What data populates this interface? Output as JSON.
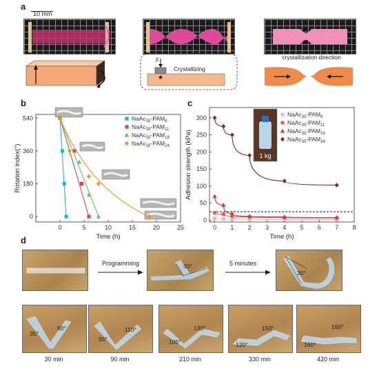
{
  "panel_labels": {
    "a": "a",
    "b": "b",
    "c": "c",
    "d": "d"
  },
  "panel_a": {
    "scale_bar": "10 mm",
    "force_label": "F",
    "crystallizing_label": "Crystallizing",
    "direction_label": "crystallization direction"
  },
  "panel_d": {
    "programming_label": "Programming",
    "five_min_label": "5 minutes",
    "top_angles": [
      "30°",
      "30°"
    ],
    "bottom": [
      {
        "time": "30 min",
        "angles": [
          "35°",
          "60°"
        ]
      },
      {
        "time": "90 min",
        "angles": [
          "55°",
          "110°"
        ]
      },
      {
        "time": "210 min",
        "angles": [
          "105°",
          "130°"
        ]
      },
      {
        "time": "330 min",
        "angles": [
          "120°",
          "150°"
        ]
      },
      {
        "time": "420 min",
        "angles": [
          "160°",
          "160°"
        ]
      }
    ]
  },
  "inset_weight_label": "1 kg",
  "chart_data": [
    {
      "type": "scatter",
      "panel": "b",
      "xlabel": "Time (h)",
      "ylabel": "Rotation index(°)",
      "xlim": [
        -5,
        25
      ],
      "ylim": [
        -30,
        560
      ],
      "xticks": [
        "0",
        "5",
        "10",
        "15",
        "20",
        "25"
      ],
      "yticks": [
        "0",
        "180",
        "360",
        "540"
      ],
      "legend_position": "top-right",
      "series": [
        {
          "name": "NaAc35-PAM6",
          "label_main": "NaAc",
          "label_sub1": "35",
          "label_mid": "-PAM",
          "label_sub2": "6",
          "color": "#1fb3d6",
          "marker": "square",
          "x": [
            0,
            0.5,
            0.9,
            1.3
          ],
          "y": [
            540,
            360,
            180,
            0
          ]
        },
        {
          "name": "NaAc35-PAM11",
          "label_main": "NaAc",
          "label_sub1": "35",
          "label_mid": "-PAM",
          "label_sub2": "11",
          "color": "#e0405a",
          "marker": "square",
          "x": [
            0,
            3,
            4.5,
            6
          ],
          "y": [
            540,
            360,
            180,
            0
          ]
        },
        {
          "name": "NaAc35-PAM18",
          "label_main": "NaAc",
          "label_sub1": "35",
          "label_mid": "-PAM",
          "label_sub2": "18",
          "color": "#62c45a",
          "marker": "triangle",
          "x": [
            0,
            4,
            6,
            8
          ],
          "y": [
            540,
            300,
            120,
            0
          ]
        },
        {
          "name": "NaAc35-PAM24",
          "label_main": "NaAc",
          "label_sub1": "35",
          "label_mid": "-PAM",
          "label_sub2": "24",
          "color": "#f0921e",
          "marker": "diamond",
          "x": [
            0,
            2,
            6,
            8,
            18.5
          ],
          "y": [
            540,
            360,
            220,
            180,
            0
          ]
        }
      ]
    },
    {
      "type": "scatter",
      "panel": "c",
      "xlabel": "Time (h)",
      "ylabel": "Adhesion strength (kPa)",
      "xlim": [
        -0.3,
        8
      ],
      "ylim": [
        -5,
        330
      ],
      "xticks": [
        "0",
        "1",
        "2",
        "3",
        "4",
        "5",
        "6",
        "7",
        "8"
      ],
      "yticks": [
        "0",
        "50",
        "100",
        "150",
        "200",
        "250",
        "300"
      ],
      "legend_position": "top-right",
      "reference_line": 25,
      "series": [
        {
          "name": "NaAc35-PAM6",
          "label_main": "NaAc",
          "label_sub1": "35",
          "label_mid": "-PAM",
          "label_sub2": "6",
          "color": "#f2b8b8",
          "marker": "square",
          "x": [
            0,
            0.5,
            1,
            2,
            4,
            7
          ],
          "y": [
            5,
            4,
            3,
            3,
            2,
            2
          ]
        },
        {
          "name": "NaAc35-PAM11",
          "label_main": "NaAc",
          "label_sub1": "35",
          "label_mid": "-PAM",
          "label_sub2": "11",
          "color": "#e85a5a",
          "marker": "circle",
          "x": [
            0,
            0.5,
            1,
            2,
            4,
            7
          ],
          "y": [
            22,
            18,
            12,
            10,
            8,
            7
          ]
        },
        {
          "name": "NaAc35-PAM18",
          "label_main": "NaAc",
          "label_sub1": "35",
          "label_mid": "-PAM",
          "label_sub2": "18",
          "color": "#d63a3a",
          "marker": "triangle",
          "x": [
            0,
            0.5,
            1,
            2,
            4,
            7
          ],
          "y": [
            70,
            45,
            20,
            12,
            10,
            8
          ]
        },
        {
          "name": "NaAc35-PAM24",
          "label_main": "NaAc",
          "label_sub1": "35",
          "label_mid": "-PAM",
          "label_sub2": "24",
          "color": "#8a2a2a",
          "marker": "diamond",
          "x": [
            0,
            0.5,
            1,
            2,
            4,
            7
          ],
          "y": [
            300,
            275,
            250,
            190,
            115,
            103
          ]
        }
      ]
    }
  ]
}
